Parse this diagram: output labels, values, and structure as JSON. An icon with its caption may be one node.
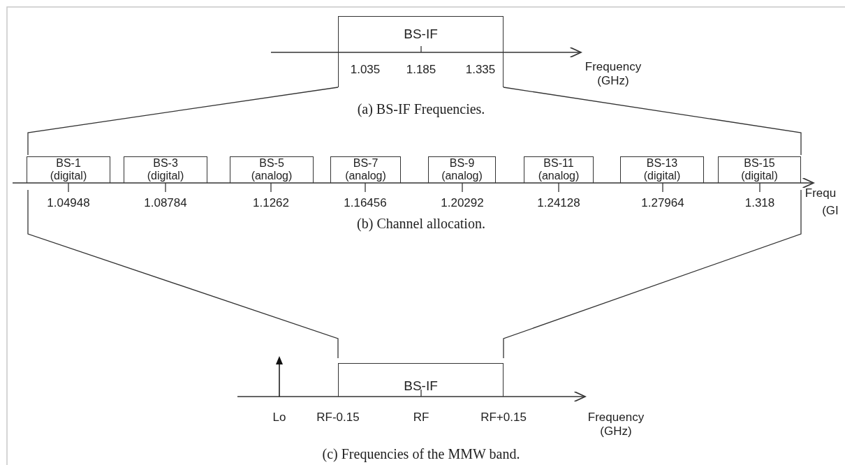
{
  "diagram": {
    "nodes": [
      {
        "text": [
          "BS-IF"
        ]
      },
      {
        "text": [
          "BS-1",
          "(digital)"
        ]
      },
      {
        "text": [
          "BS-3",
          "(digital)"
        ]
      },
      {
        "text": [
          "BS-5",
          "(analog)"
        ]
      },
      {
        "text": [
          "BS-7",
          "(analog)"
        ]
      },
      {
        "text": [
          "BS-9",
          "(analog)"
        ]
      },
      {
        "text": [
          "BS-11",
          "(analog)"
        ]
      },
      {
        "text": [
          "BS-13",
          "(digital)"
        ]
      },
      {
        "text": [
          "BS-15",
          "(digital)"
        ]
      },
      {
        "text": [
          "BS-IF"
        ]
      }
    ],
    "labels": [
      "1.035",
      "1.185",
      "1.335",
      "Frequency (GHz)",
      "(a) BS-IF Frequencies.",
      "1.04948",
      "1.08784",
      "1.1262",
      "1.16456",
      "1.20292",
      "1.24128",
      "1.27964",
      "1.318",
      "Frequ",
      "(GI",
      "(b) Channel allocation.",
      "Lo",
      "RF-0.15",
      "RF",
      "RF+0.15",
      "Frequency (GHz)",
      "(c) Frequencies of the MMW band."
    ]
  }
}
